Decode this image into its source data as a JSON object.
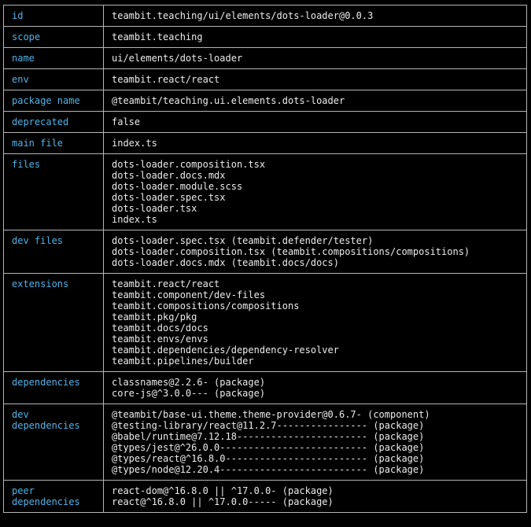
{
  "rows": [
    {
      "key": "id",
      "values": [
        "teambit.teaching/ui/elements/dots-loader@0.0.3"
      ]
    },
    {
      "key": "scope",
      "values": [
        "teambit.teaching"
      ]
    },
    {
      "key": "name",
      "values": [
        "ui/elements/dots-loader"
      ]
    },
    {
      "key": "env",
      "values": [
        "teambit.react/react"
      ]
    },
    {
      "key": "package name",
      "values": [
        "@teambit/teaching.ui.elements.dots-loader"
      ]
    },
    {
      "key": "deprecated",
      "values": [
        "false"
      ]
    },
    {
      "key": "main file",
      "values": [
        "index.ts"
      ]
    },
    {
      "key": "files",
      "values": [
        "dots-loader.composition.tsx",
        "dots-loader.docs.mdx",
        "dots-loader.module.scss",
        "dots-loader.spec.tsx",
        "dots-loader.tsx",
        "index.ts"
      ]
    },
    {
      "key": "dev files",
      "values": [
        "dots-loader.spec.tsx (teambit.defender/tester)",
        "dots-loader.composition.tsx (teambit.compositions/compositions)",
        "dots-loader.docs.mdx (teambit.docs/docs)"
      ]
    },
    {
      "key": "extensions",
      "values": [
        "teambit.react/react",
        "teambit.component/dev-files",
        "teambit.compositions/compositions",
        "teambit.pkg/pkg",
        "teambit.docs/docs",
        "teambit.envs/envs",
        "teambit.dependencies/dependency-resolver",
        "teambit.pipelines/builder"
      ]
    },
    {
      "key": "dependencies",
      "values": [
        "classnames@2.2.6- (package)",
        "core-js@^3.0.0--- (package)"
      ]
    },
    {
      "key": "dev\ndependencies",
      "values": [
        "@teambit/base-ui.theme.theme-provider@0.6.7- (component)",
        "@testing-library/react@11.2.7---------------- (package)",
        "@babel/runtime@7.12.18----------------------- (package)",
        "@types/jest@^26.0.0-------------------------- (package)",
        "@types/react@^16.8.0------------------------- (package)",
        "@types/node@12.20.4-------------------------- (package)"
      ]
    },
    {
      "key": "peer\ndependencies",
      "values": [
        "react-dom@^16.8.0 || ^17.0.0- (package)",
        "react@^16.8.0 || ^17.0.0----- (package)"
      ]
    }
  ],
  "colors": {
    "background": "#000000",
    "border": "#b5b5b5",
    "key_text": "#4fb3e8",
    "value_text": "#ececec"
  }
}
